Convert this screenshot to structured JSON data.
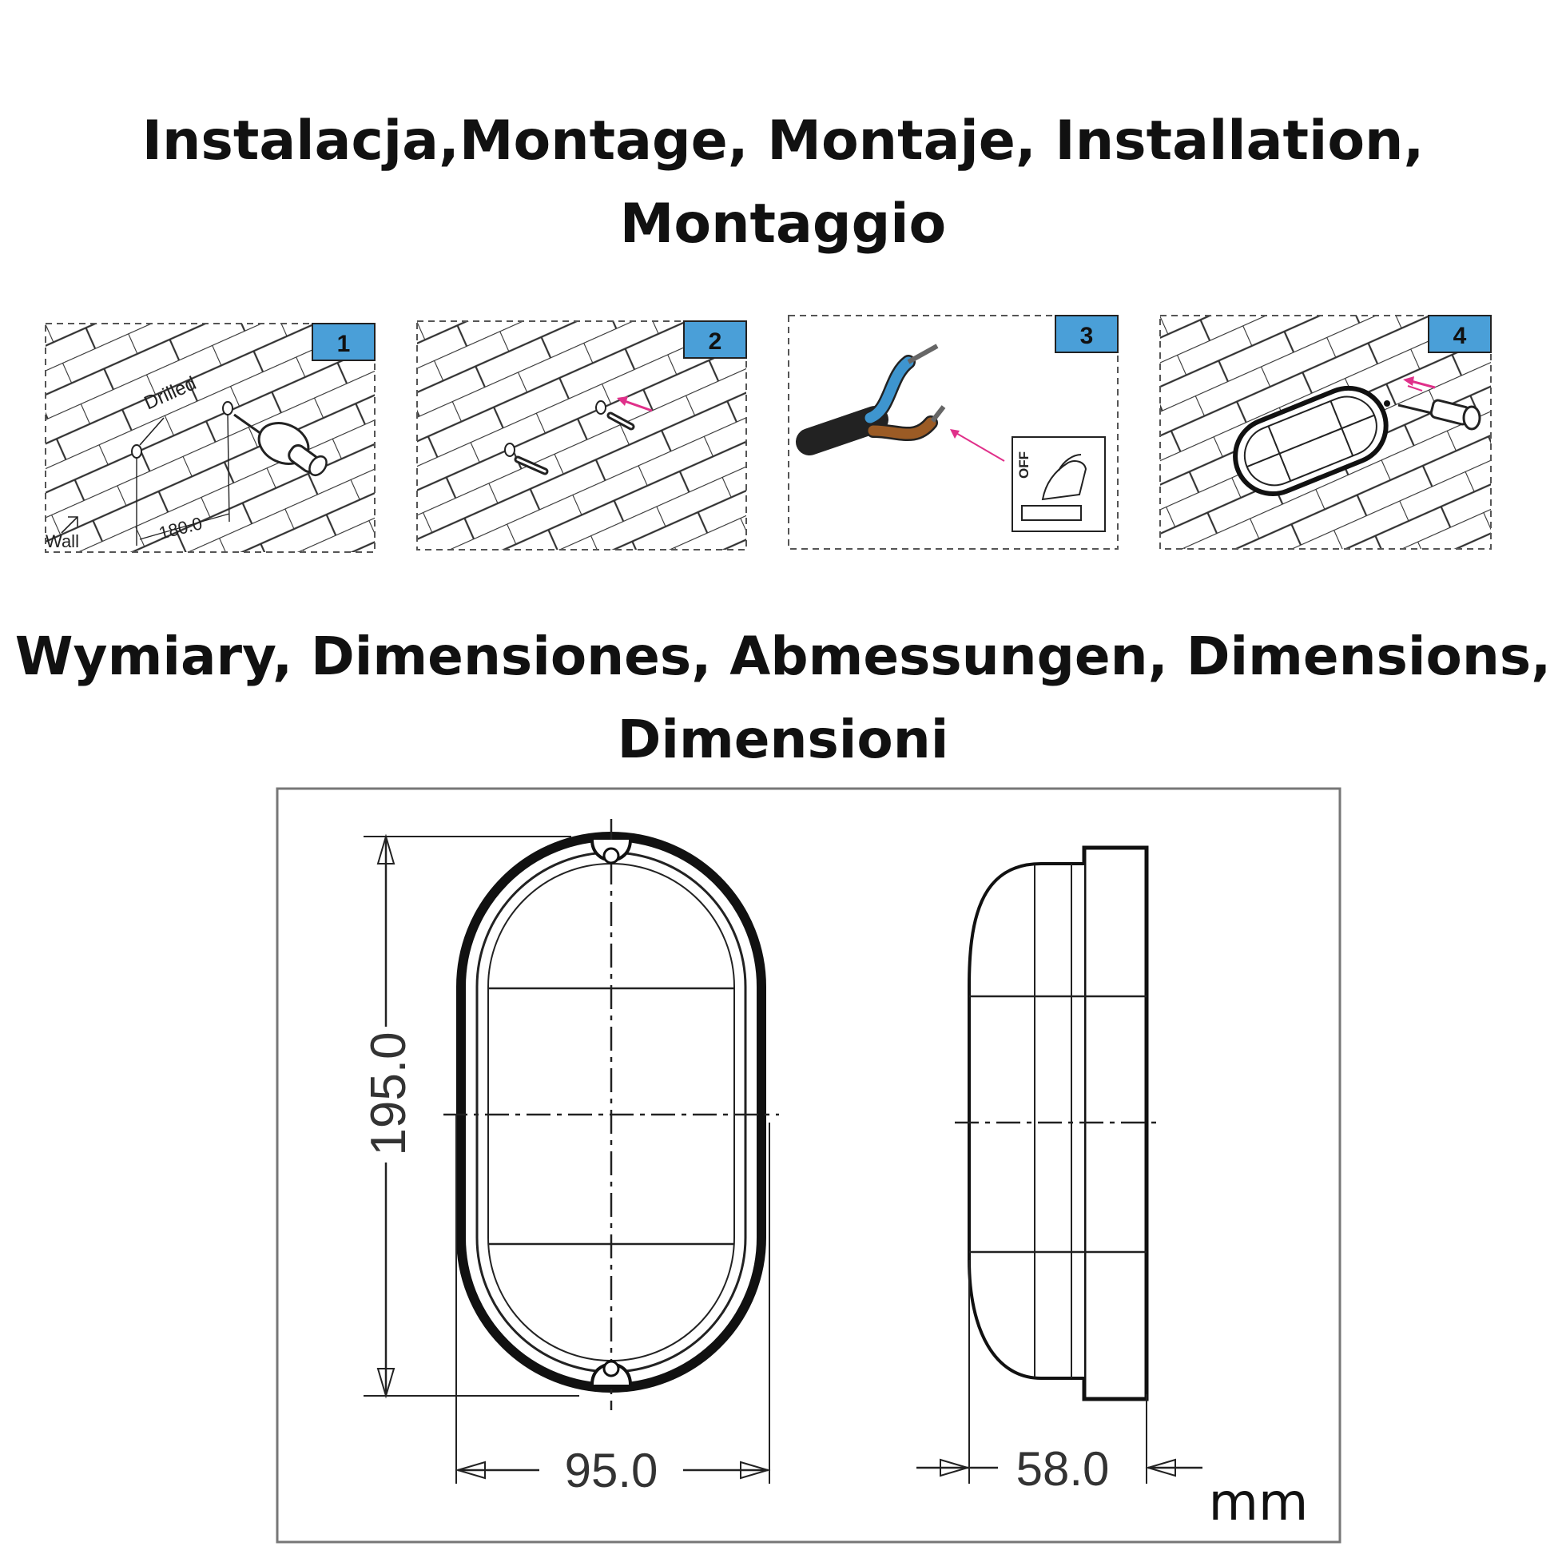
{
  "headings": {
    "installation": {
      "line1": "Instalacja,Montage, Montaje, Installation,",
      "line2": "Montaggio"
    },
    "dimensions": {
      "line1": "Wymiary, Dimensiones, Abmessungen, Dimensions,",
      "line2": "Dimensioni"
    }
  },
  "steps": [
    {
      "number": "1",
      "labels": {
        "drilled": "Drilled",
        "wall": "Wall",
        "spacing": "180.0"
      }
    },
    {
      "number": "2"
    },
    {
      "number": "3",
      "labels": {
        "switch": "OFF"
      }
    },
    {
      "number": "4"
    }
  ],
  "dimensions": {
    "height": "195.0",
    "width": "95.0",
    "depth": "58.0",
    "unit": "mm"
  },
  "colors": {
    "badge": "#4a9fd8",
    "arrow": "#e0308a",
    "wire_blue": "#3e95cf",
    "wire_brown": "#9b5b25",
    "line": "#1a1a1a"
  }
}
